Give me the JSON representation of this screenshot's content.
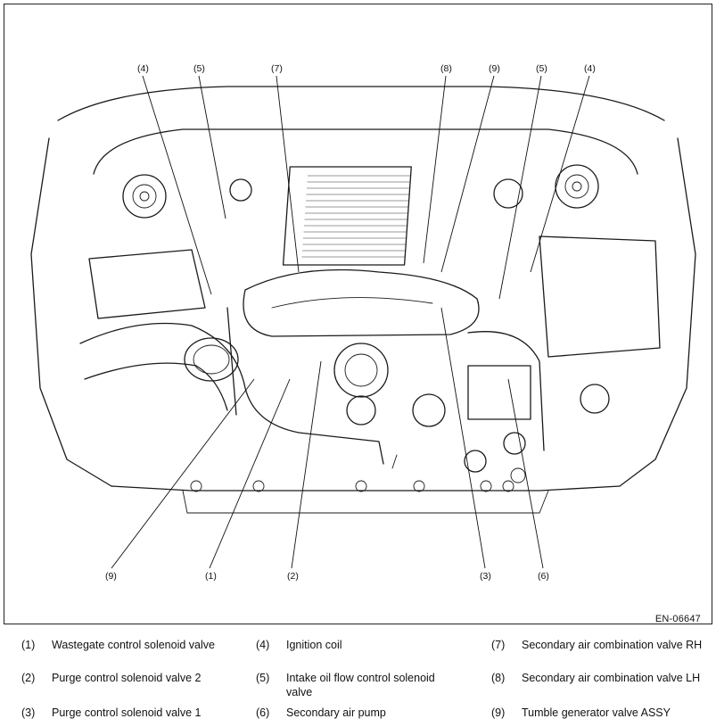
{
  "figure_id": "EN-06647",
  "callouts": {
    "top": [
      "(4)",
      "(5)",
      "(7)",
      "(8)",
      "(9)",
      "(5)",
      "(4)"
    ],
    "bottom": [
      "(9)",
      "(1)",
      "(2)",
      "(3)",
      "(6)"
    ]
  },
  "legend": [
    {
      "num": "(1)",
      "text": "Wastegate control solenoid valve"
    },
    {
      "num": "(2)",
      "text": "Purge control solenoid valve 2"
    },
    {
      "num": "(3)",
      "text": "Purge control solenoid valve 1"
    },
    {
      "num": "(4)",
      "text": "Ignition coil"
    },
    {
      "num": "(5)",
      "text": "Intake oil flow control solenoid valve"
    },
    {
      "num": "(6)",
      "text": "Secondary air pump"
    },
    {
      "num": "(7)",
      "text": "Secondary air combination valve RH"
    },
    {
      "num": "(8)",
      "text": "Secondary air combination valve LH"
    },
    {
      "num": "(9)",
      "text": "Tumble generator valve ASSY"
    }
  ]
}
